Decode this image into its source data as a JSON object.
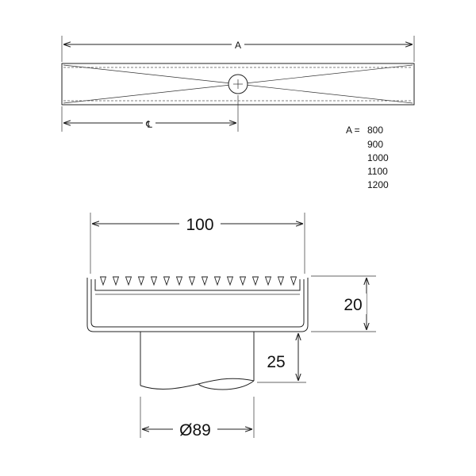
{
  "top_view": {
    "length_label": "A",
    "centerline_label": "℄"
  },
  "length_table": {
    "label": "A =",
    "values": [
      "800",
      "900",
      "1000",
      "1100",
      "1200"
    ]
  },
  "section_view": {
    "width_label": "100",
    "height_label": "20",
    "outlet_height_label": "25",
    "outlet_diameter_label": "Ø89"
  }
}
